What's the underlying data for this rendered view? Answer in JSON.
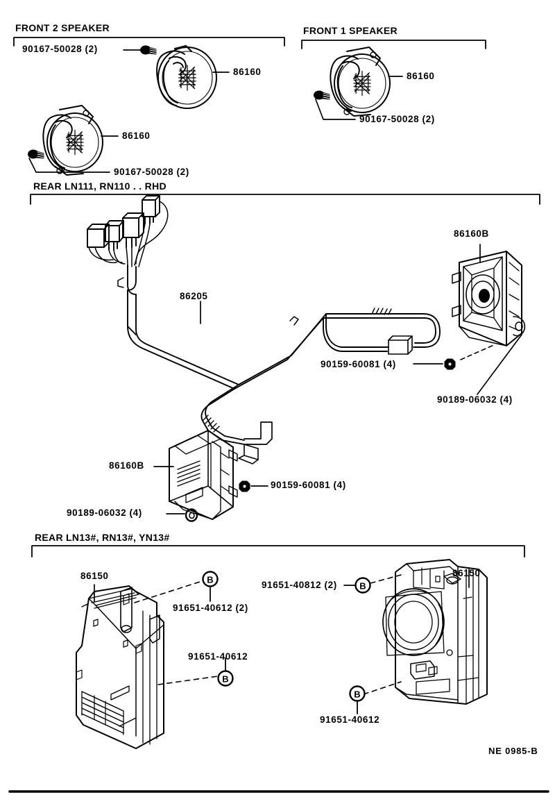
{
  "document": {
    "type": "parts-catalog-illustration",
    "footer_code": "NE 0985-B",
    "ink_color": "#000000",
    "background_color": "#ffffff"
  },
  "sections": [
    {
      "id": "front2",
      "title": "FRONT 2 SPEAKER"
    },
    {
      "id": "front1",
      "title": "FRONT 1 SPEAKER"
    },
    {
      "id": "rear_rhd",
      "title": "REAR LN111, RN110 . . RHD"
    },
    {
      "id": "rear_13",
      "title": "REAR LN13#, RN13#, YN13#"
    }
  ],
  "callouts": {
    "front2": [
      {
        "id": "f2-screw",
        "text": "90167-50028 (2)"
      },
      {
        "id": "f2-spk-top",
        "text": "86160"
      },
      {
        "id": "f2-spk-bot",
        "text": "86160"
      },
      {
        "id": "f2-screw-2",
        "text": "90167-50028 (2)"
      }
    ],
    "front1": [
      {
        "id": "f1-spk",
        "text": "86160"
      },
      {
        "id": "f1-screw",
        "text": "90167-50028 (2)"
      }
    ],
    "rear_rhd": [
      {
        "id": "r-harness",
        "text": "86205"
      },
      {
        "id": "r-spk-right",
        "text": "86160B"
      },
      {
        "id": "r-nut-right",
        "text": "90159-60081 (4)"
      },
      {
        "id": "r-gro-right",
        "text": "90189-06032 (4)"
      },
      {
        "id": "r-spk-left",
        "text": "86160B"
      },
      {
        "id": "r-nut-left",
        "text": "90159-60081 (4)"
      },
      {
        "id": "r-gro-left",
        "text": "90189-06032 (4)"
      }
    ],
    "rear_13": [
      {
        "id": "b-box-left",
        "text": "86150"
      },
      {
        "id": "b-bolt-lt-top",
        "text": "91651-40612 (2)"
      },
      {
        "id": "b-bolt-lt-bot",
        "text": "91651-40612"
      },
      {
        "id": "b-bolt-rt-top",
        "text": "91651-40812 (2)"
      },
      {
        "id": "b-box-right",
        "text": "86150"
      },
      {
        "id": "b-bolt-rt-bot",
        "text": "91651-40612"
      }
    ]
  },
  "reference_markers": [
    {
      "id": "marker-b-1",
      "letter": "B"
    },
    {
      "id": "marker-b-2",
      "letter": "B"
    },
    {
      "id": "marker-b-3",
      "letter": "B"
    },
    {
      "id": "marker-b-4",
      "letter": "B"
    }
  ]
}
